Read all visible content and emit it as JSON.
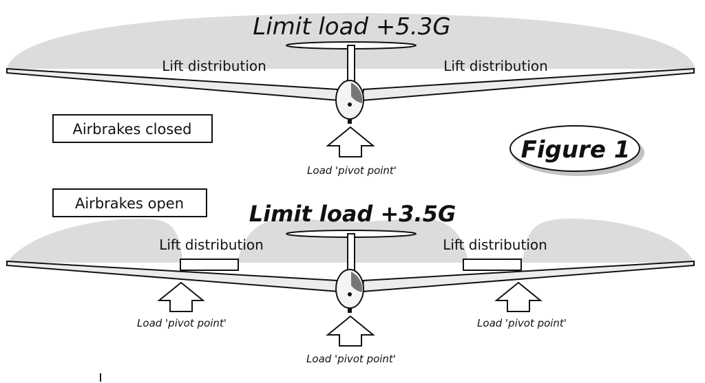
{
  "top": {
    "title": "Limit load +5.3G",
    "lift_left": "Lift distribution",
    "lift_right": "Lift distribution",
    "box_label": "Airbrakes closed",
    "pivot_center": "Load 'pivot point'"
  },
  "figure_label": "Figure 1",
  "bottom": {
    "title": "Limit load +3.5G",
    "lift_left": "Lift distribution",
    "lift_right": "Lift distribution",
    "box_label": "Airbrakes open",
    "pivot_left": "Load 'pivot point'",
    "pivot_center": "Load 'pivot point'",
    "pivot_right": "Load 'pivot point'"
  },
  "colors": {
    "lift_fill": "#dcdcdc",
    "ink": "#111111"
  }
}
